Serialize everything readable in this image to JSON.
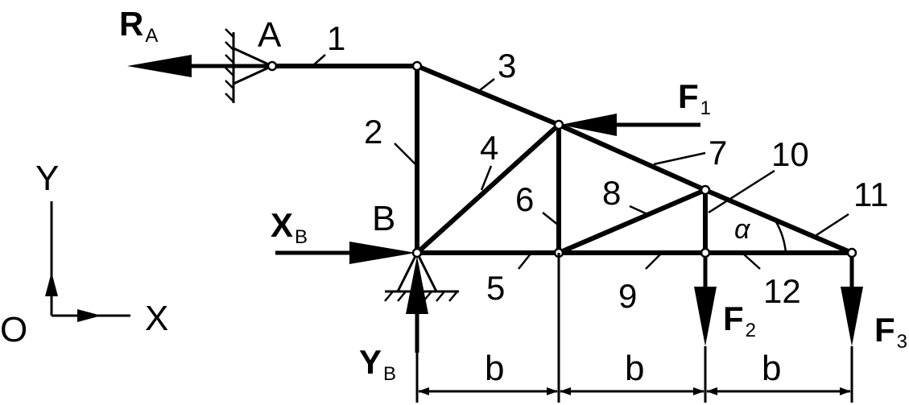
{
  "colors": {
    "ink": "#000000",
    "background": "#ffffff"
  },
  "labels": {
    "RA_main": "R",
    "RA_sub": "A",
    "A": "A",
    "B": "B",
    "F1_main": "F",
    "F1_sub": "1",
    "F2_main": "F",
    "F2_sub": "2",
    "F3_main": "F",
    "F3_sub": "3",
    "XB_main": "X",
    "XB_sub": "B",
    "YB_main": "Y",
    "YB_sub": "B",
    "alpha": "α",
    "axis_y": "Y",
    "axis_x": "X",
    "axis_o": "O",
    "dim_b1": "b",
    "dim_b2": "b",
    "dim_b3": "b"
  },
  "members": [
    "1",
    "2",
    "3",
    "4",
    "5",
    "6",
    "7",
    "8",
    "9",
    "10",
    "11",
    "12"
  ]
}
